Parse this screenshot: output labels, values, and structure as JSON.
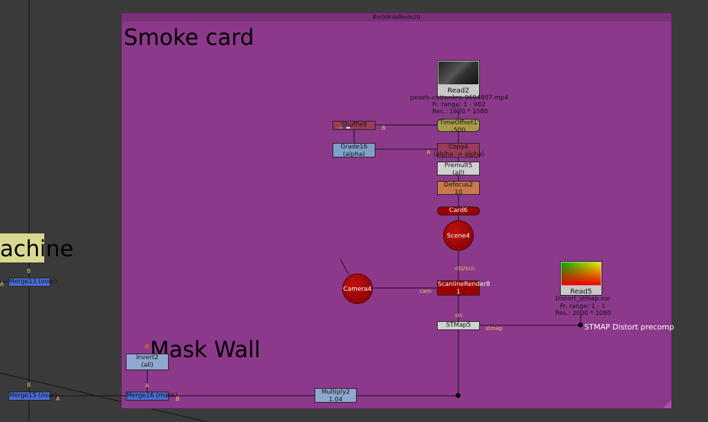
{
  "backdrop": {
    "title": "BackdropNode20",
    "label": "Smoke card"
  },
  "outside_labels": {
    "machine": "achine",
    "mask_wall": "Mask Wall",
    "stmap_precomp": "STMAP Distort precomp"
  },
  "nodes": {
    "read2": {
      "name": "Read2",
      "file": "pexels-cottonbro-9694807.mp4",
      "range": "Fr. range: 1 - 982",
      "res": "Res.: 1920 * 1080"
    },
    "timeoffset1": {
      "name": "TimeOffset1",
      "value": "-500"
    },
    "shuffle9": {
      "name": "Shuffle9"
    },
    "grade16": {
      "name": "Grade16",
      "sub": "(alpha)"
    },
    "copy4": {
      "name": "Copy4",
      "sub": "(alpha -> alpha)"
    },
    "premult5": {
      "name": "Premult5",
      "sub": "(all)"
    },
    "defocus2": {
      "name": "Defocus2",
      "sub": "10"
    },
    "card6": {
      "name": "Card6"
    },
    "scene4": {
      "name": "Scene4"
    },
    "camera4": {
      "name": "Camera4"
    },
    "scanlinerender8": {
      "name": "ScanlineRender8",
      "sub": "1"
    },
    "read5": {
      "name": "Read5",
      "file": "Distort_stmap.exr",
      "range": "Fr. range: 1 - 1",
      "res": "Res.: 2000 * 1080"
    },
    "stmap5": {
      "name": "STMap5"
    },
    "invert2": {
      "name": "Invert2",
      "sub": "(all)"
    },
    "merge16": {
      "name": "Merge16 (mask)"
    },
    "multiply2": {
      "name": "Multiply2",
      "sub": "1.04"
    },
    "merge13": {
      "name": "Merge13 (over)"
    },
    "merge15": {
      "name": "Merge15 (over)"
    }
  },
  "ports": {
    "b_shuffle": "B",
    "a_copy": "A",
    "obj_scn": "obj/scn",
    "cam": "cam",
    "src": "src",
    "stmap": "stmap",
    "b_merge13": "B",
    "b_merge15": "B",
    "a_merge15": "A",
    "a_merge16": "A",
    "b_merge16": "B",
    "a_left": "A",
    "a_invert": "A"
  },
  "colors": {
    "backdrop": "#8c398b",
    "background": "#3a3a3a",
    "read": "#c8c8c8",
    "timeoffset": "#a89a4a",
    "shuffle": "#9c3a5a",
    "grade": "#7f9fc8",
    "copy": "#9c3a5a",
    "premult": "#c8c8c8",
    "defocus": "#c8784a",
    "render3d": "#9a0000",
    "merge": "#4a6ad0"
  }
}
